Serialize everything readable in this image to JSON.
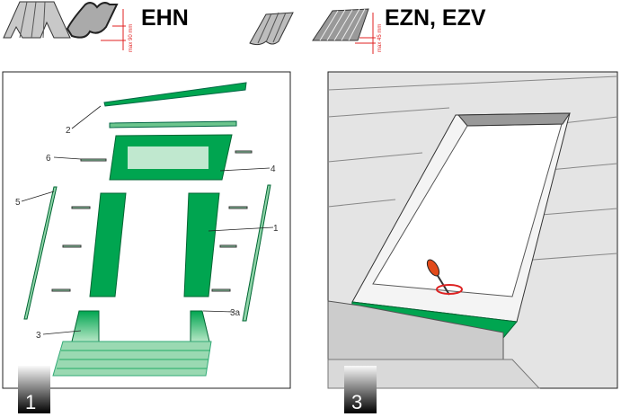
{
  "header": {
    "left_title": "EHN",
    "left_dimension": "max 90 mm",
    "right_title": "EZN, EZV",
    "right_dimension": "max 45 mm"
  },
  "panel1": {
    "step_number": "1",
    "part_labels": [
      "2",
      "6",
      "4",
      "5",
      "1",
      "3a",
      "3"
    ]
  },
  "panel2": {
    "step_number": "3"
  },
  "colors": {
    "flashing_green": "#00a550",
    "light_green": "#8fd4a8",
    "dimension_red": "#e02020",
    "roof_grey": "#d9d9d9"
  },
  "icons": [
    "corrugated-roofing-icon",
    "tile-profile-icon",
    "screwdriver-icon"
  ]
}
